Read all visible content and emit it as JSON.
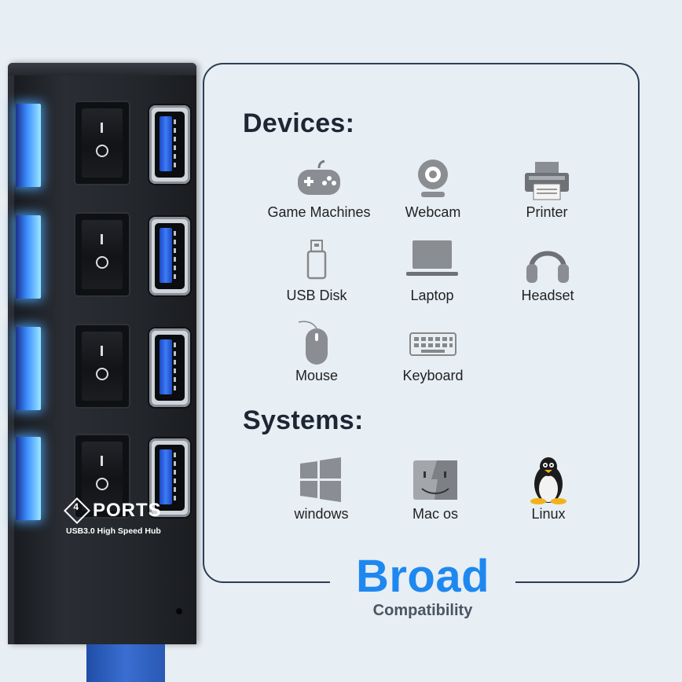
{
  "hub": {
    "brand_number": "4",
    "brand_label": "PORTS",
    "brand_subtitle": "USB3.0 High Speed Hub",
    "switch_on_mark": "I",
    "switch_off_mark": "O",
    "port_count": 4,
    "led_color": "#3b8dff"
  },
  "devices": {
    "title": "Devices:",
    "items": [
      {
        "label": "Game Machines",
        "icon": "gamepad-icon"
      },
      {
        "label": "Webcam",
        "icon": "webcam-icon"
      },
      {
        "label": "Printer",
        "icon": "printer-icon"
      },
      {
        "label": "USB Disk",
        "icon": "usb-disk-icon"
      },
      {
        "label": "Laptop",
        "icon": "laptop-icon"
      },
      {
        "label": "Headset",
        "icon": "headset-icon"
      },
      {
        "label": "Mouse",
        "icon": "mouse-icon"
      },
      {
        "label": "Keyboard",
        "icon": "keyboard-icon"
      }
    ]
  },
  "systems": {
    "title": "Systems:",
    "items": [
      {
        "label": "windows",
        "icon": "windows-icon"
      },
      {
        "label": "Mac os",
        "icon": "mac-os-icon"
      },
      {
        "label": "Linux",
        "icon": "linux-icon"
      }
    ]
  },
  "tagline": {
    "headline": "Broad",
    "subheadline": "Compatibility"
  },
  "colors": {
    "accent": "#1e88f0",
    "panel_border": "#2c3e55",
    "background": "#e7eef4"
  }
}
